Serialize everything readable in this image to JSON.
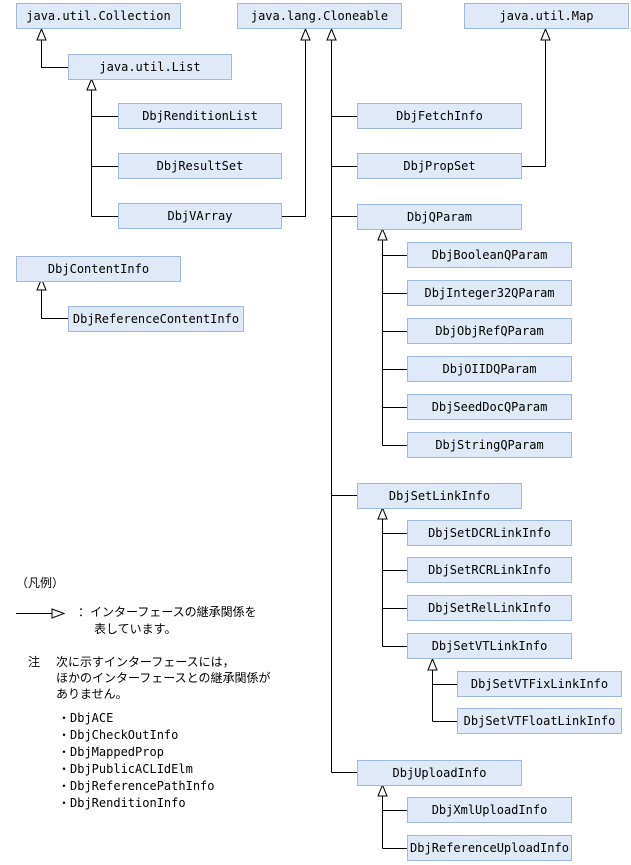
{
  "nodes": {
    "java_util_collection": "java.util.Collection",
    "java_lang_cloneable": "java.lang.Cloneable",
    "java_util_map": "java.util.Map",
    "java_util_list": "java.util.List",
    "dbj_rendition_list": "DbjRenditionList",
    "dbj_result_set": "DbjResultSet",
    "dbj_varray": "DbjVArray",
    "dbj_content_info": "DbjContentInfo",
    "dbj_reference_content_info": "DbjReferenceContentInfo",
    "dbj_fetch_info": "DbjFetchInfo",
    "dbj_prop_set": "DbjPropSet",
    "dbj_qparam": "DbjQParam",
    "dbj_boolean_qparam": "DbjBooleanQParam",
    "dbj_integer32_qparam": "DbjInteger32QParam",
    "dbj_objref_qparam": "DbjObjRefQParam",
    "dbj_oiid_qparam": "DbjOIIDQParam",
    "dbj_seeddoc_qparam": "DbjSeedDocQParam",
    "dbj_string_qparam": "DbjStringQParam",
    "dbj_setlink_info": "DbjSetLinkInfo",
    "dbj_setdcr_link_info": "DbjSetDCRLinkInfo",
    "dbj_setrcr_link_info": "DbjSetRCRLinkInfo",
    "dbj_setrel_link_info": "DbjSetRelLinkInfo",
    "dbj_setvt_link_info": "DbjSetVTLinkInfo",
    "dbj_setvtfix_link_info": "DbjSetVTFixLinkInfo",
    "dbj_setvtfloat_link_info": "DbjSetVTFloatLinkInfo",
    "dbj_upload_info": "DbjUploadInfo",
    "dbj_xml_upload_info": "DbjXmlUploadInfo",
    "dbj_reference_upload_info": "DbjReferenceUploadInfo"
  },
  "legend": {
    "title": "（凡例）",
    "arrow_desc_line1": "：インターフェースの継承関係を",
    "arrow_desc_line2": "表しています。"
  },
  "note": {
    "label": "注",
    "line1": "次に示すインターフェースには，",
    "line2": "ほかのインターフェースとの継承関係が",
    "line3": "ありません。",
    "items": [
      "・DbjACE",
      "・DbjCheckOutInfo",
      "・DbjMappedProp",
      "・DbjPublicACLIdElm",
      "・DbjReferencePathInfo",
      "・DbjRenditionInfo"
    ]
  },
  "colors": {
    "box_fill": "#dfe9f8",
    "box_border": "#9fb8de",
    "line": "#000000"
  }
}
